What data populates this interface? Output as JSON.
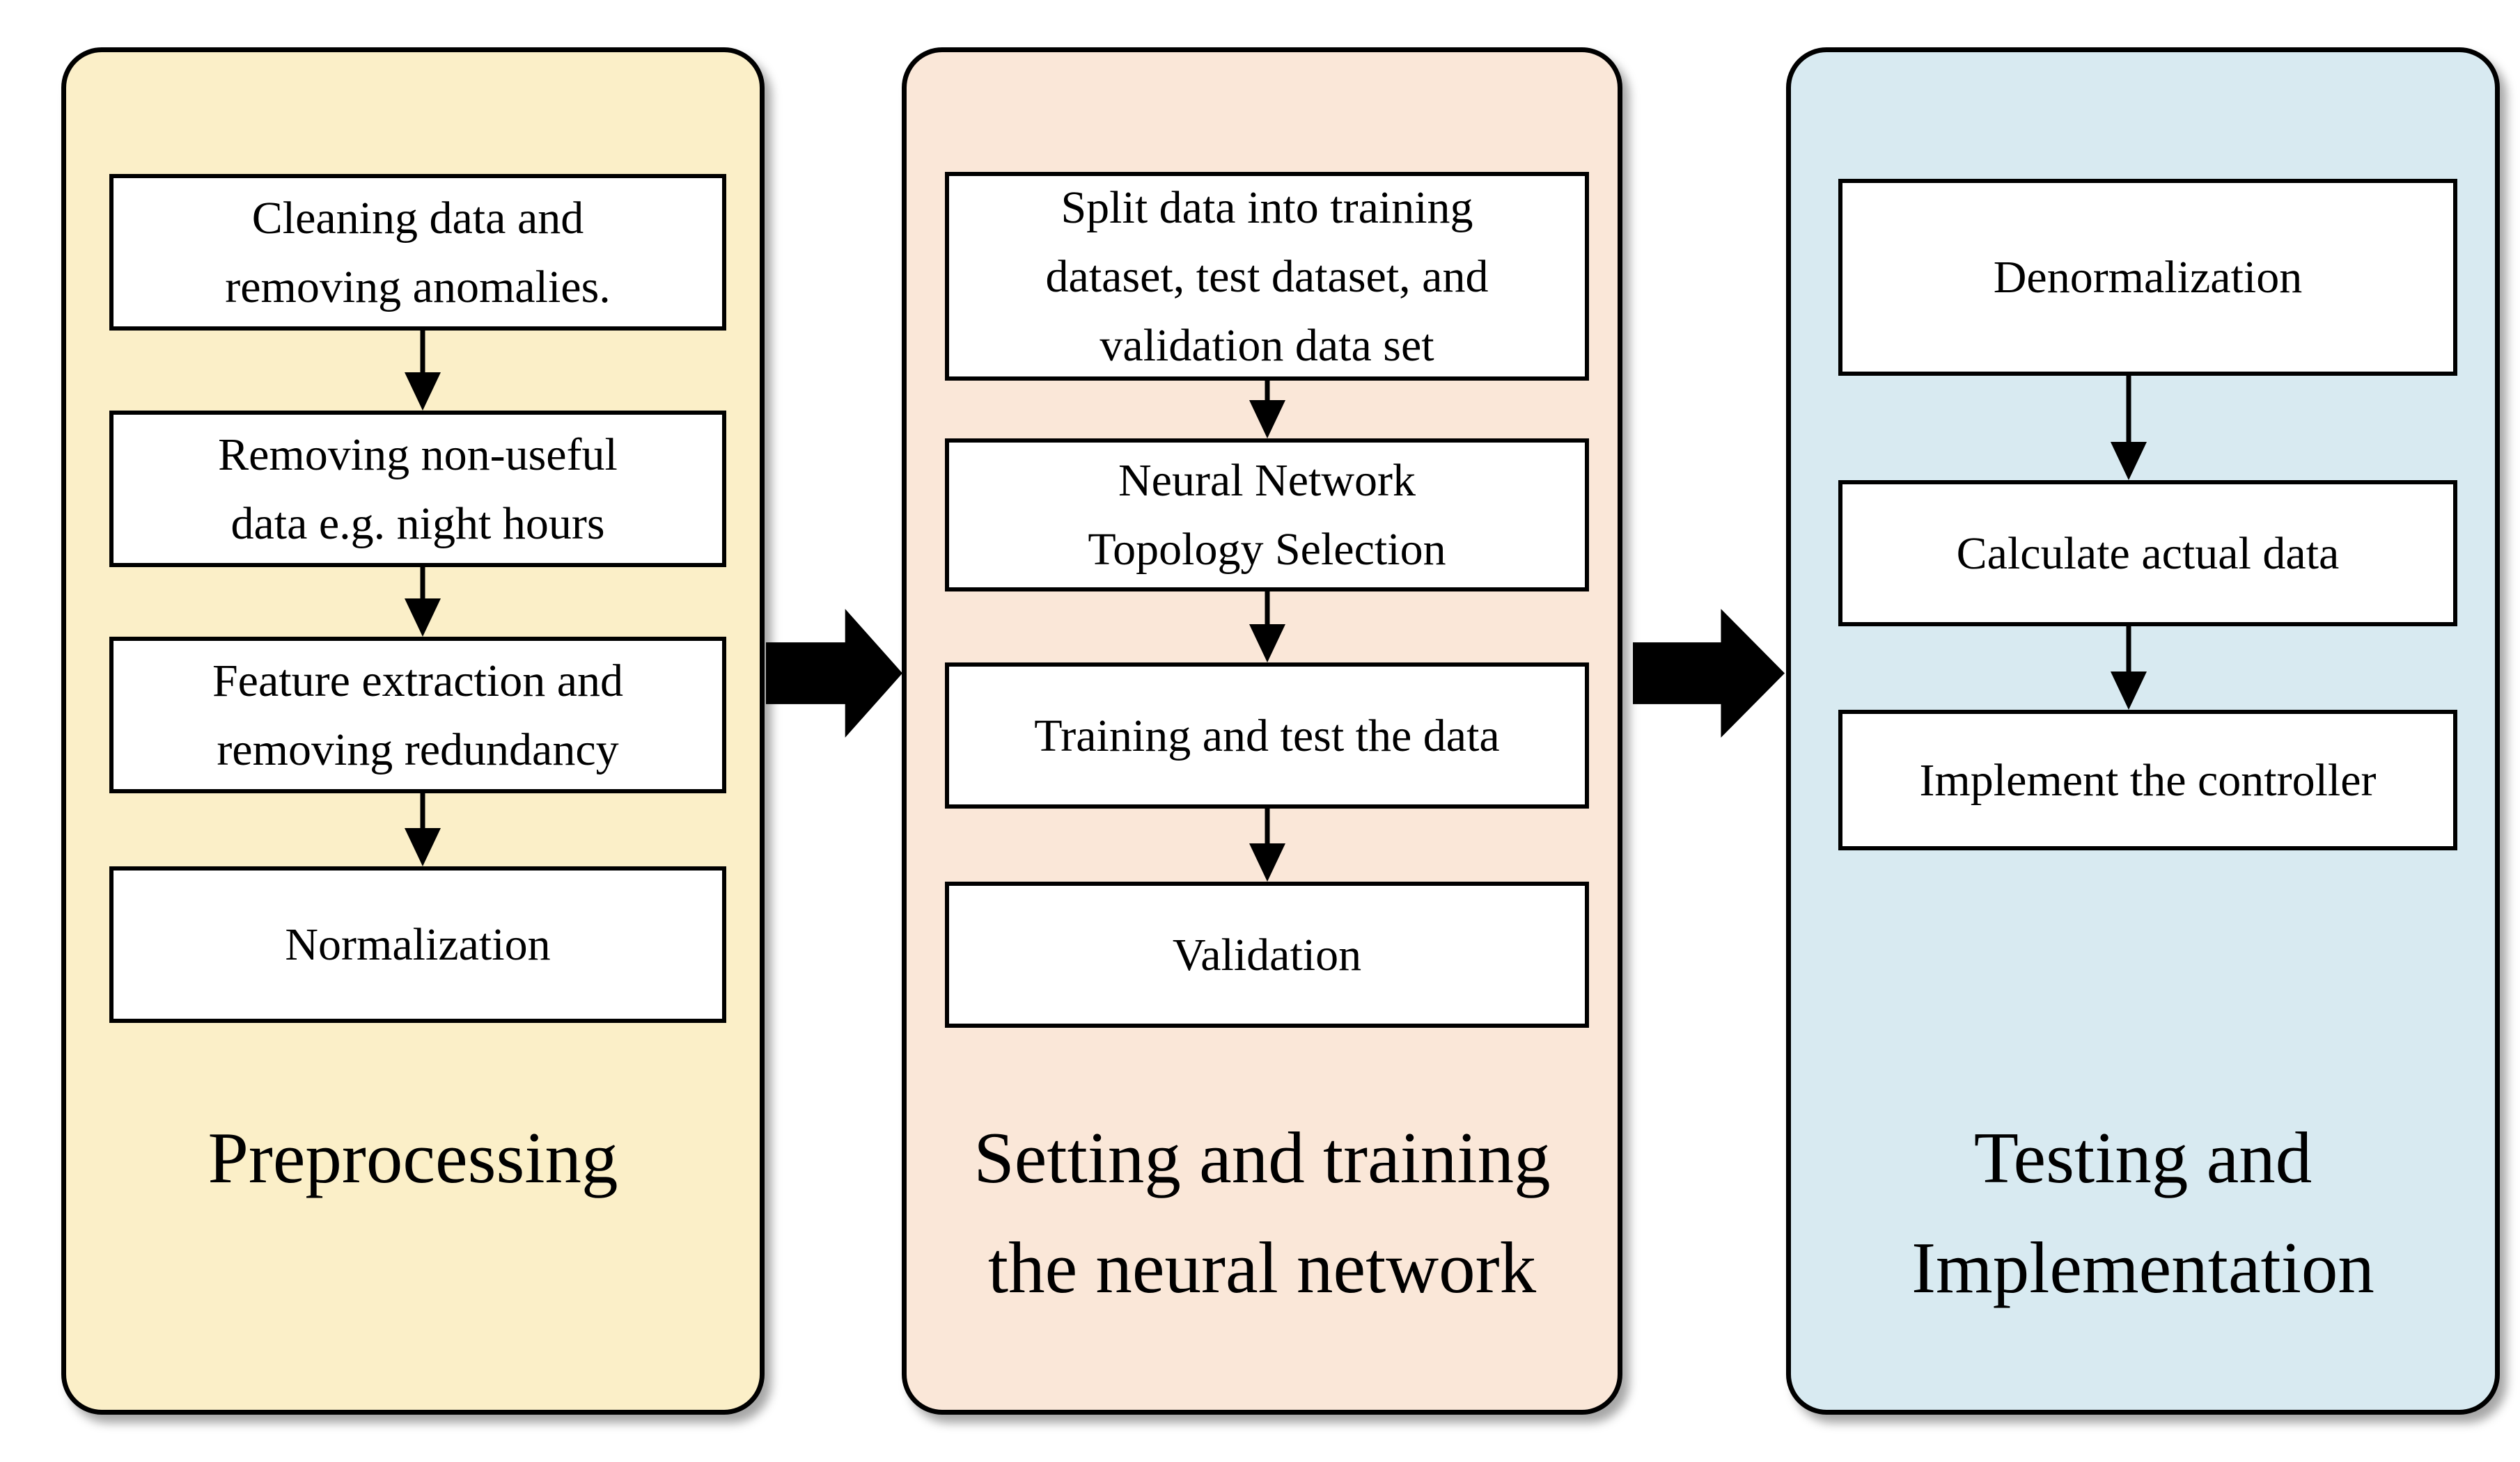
{
  "colors": {
    "background": "#FFFFFF",
    "panel_border": "#000000",
    "box_fill": "#FFFFFF",
    "box_border": "#000000",
    "arrow": "#000000",
    "preprocessing_fill": "#FBEFC8",
    "training_fill": "#FAE7D8",
    "testing_fill": "#D8EAF1"
  },
  "panels": [
    {
      "label": "Preprocessing",
      "fill": "#FBEFC8",
      "boxes": [
        {
          "text": "Cleaning data and\nremoving anomalies."
        },
        {
          "text": "Removing non-useful\ndata e.g. night hours"
        },
        {
          "text": "Feature extraction and\nremoving redundancy"
        },
        {
          "text": "Normalization"
        }
      ]
    },
    {
      "label": "Setting and training\nthe neural network",
      "fill": "#FAE7D8",
      "boxes": [
        {
          "text": "Split data into training\ndataset, test dataset, and\nvalidation data set"
        },
        {
          "text": "Neural Network\nTopology Selection"
        },
        {
          "text": "Training and test the data"
        },
        {
          "text": "Validation"
        }
      ]
    },
    {
      "label": "Testing and\nImplementation",
      "fill": "#D8EAF1",
      "boxes": [
        {
          "text": "Denormalization"
        },
        {
          "text": "Calculate actual data"
        },
        {
          "text": "Implement the controller"
        }
      ]
    }
  ]
}
